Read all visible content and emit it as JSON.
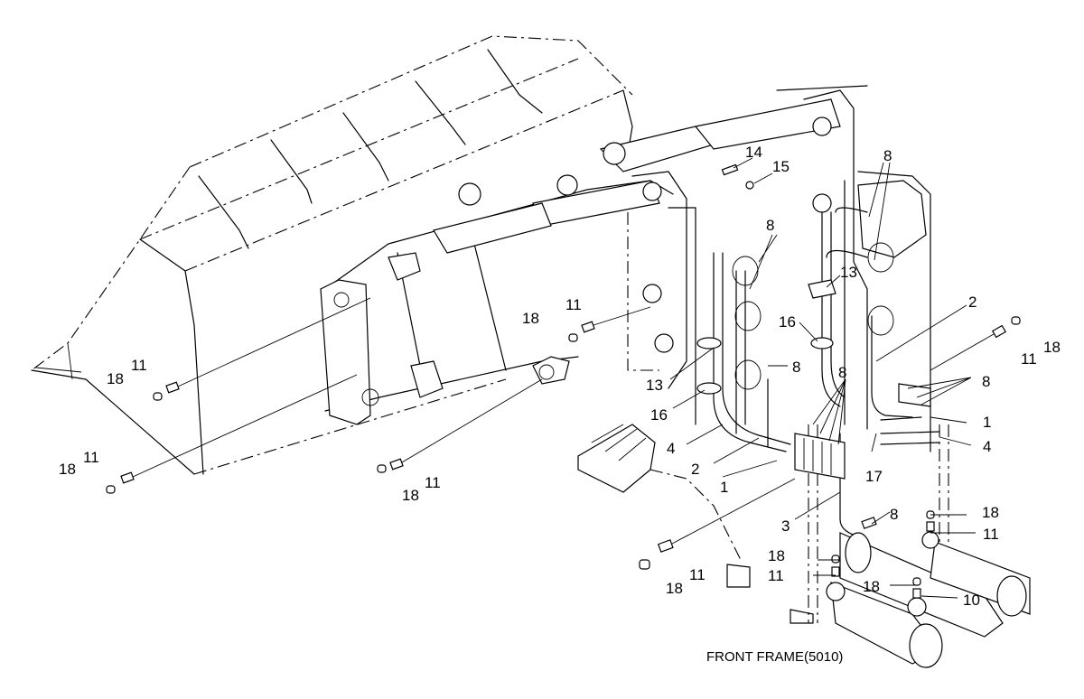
{
  "caption": "FRONT FRAME(5010)",
  "callouts": {
    "c1": "1",
    "c2": "1",
    "c3": "2",
    "c4": "2",
    "c5": "3",
    "c6": "4",
    "c7": "4",
    "c8": "8",
    "c9": "8",
    "c10": "8",
    "c11": "8",
    "c12": "8",
    "c13": "8",
    "c14": "10",
    "c15": "11",
    "c16": "11",
    "c17": "11",
    "c18": "11",
    "c19": "11",
    "c20": "11",
    "c21": "11",
    "c22": "11",
    "c23": "13",
    "c24": "13",
    "c25": "14",
    "c26": "15",
    "c27": "16",
    "c28": "16",
    "c29": "17",
    "c30": "18",
    "c31": "18",
    "c32": "18",
    "c33": "18",
    "c34": "18",
    "c35": "18",
    "c36": "18",
    "c37": "18",
    "c38": "18"
  }
}
